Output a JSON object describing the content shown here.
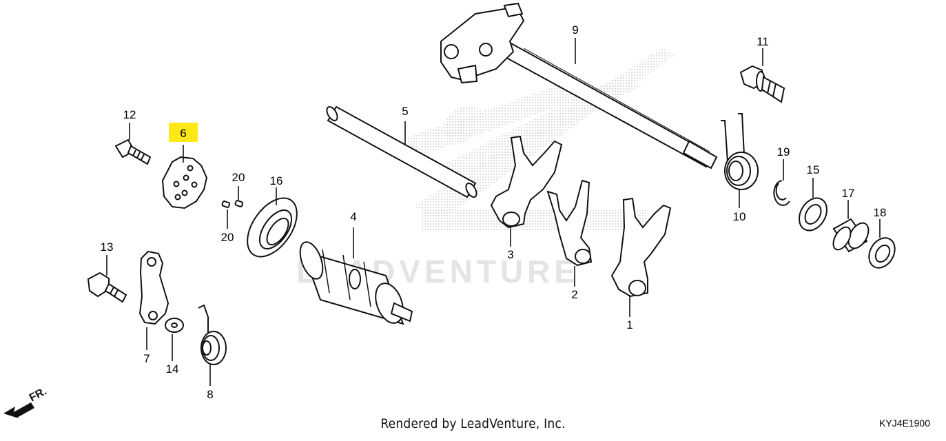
{
  "diagram": {
    "callouts": [
      {
        "key": "n1",
        "label": "1"
      },
      {
        "key": "n2",
        "label": "2"
      },
      {
        "key": "n3",
        "label": "3"
      },
      {
        "key": "n4",
        "label": "4"
      },
      {
        "key": "n5",
        "label": "5"
      },
      {
        "key": "n6",
        "label": "6",
        "highlighted": true
      },
      {
        "key": "n7",
        "label": "7"
      },
      {
        "key": "n8",
        "label": "8"
      },
      {
        "key": "n9",
        "label": "9"
      },
      {
        "key": "n10",
        "label": "10"
      },
      {
        "key": "n11",
        "label": "11"
      },
      {
        "key": "n12",
        "label": "12"
      },
      {
        "key": "n13",
        "label": "13"
      },
      {
        "key": "n14",
        "label": "14"
      },
      {
        "key": "n15",
        "label": "15"
      },
      {
        "key": "n16",
        "label": "16"
      },
      {
        "key": "n17",
        "label": "17"
      },
      {
        "key": "n18",
        "label": "18"
      },
      {
        "key": "n19",
        "label": "19"
      },
      {
        "key": "n20a",
        "label": "20"
      },
      {
        "key": "n20b",
        "label": "20"
      }
    ],
    "front_marker": "FR.",
    "watermark": "LEADVENTURE",
    "highlight_color": "#ffe818"
  },
  "footer": {
    "rendered_by": "Rendered by LeadVenture, Inc.",
    "diagram_code": "KYJ4E1900"
  }
}
